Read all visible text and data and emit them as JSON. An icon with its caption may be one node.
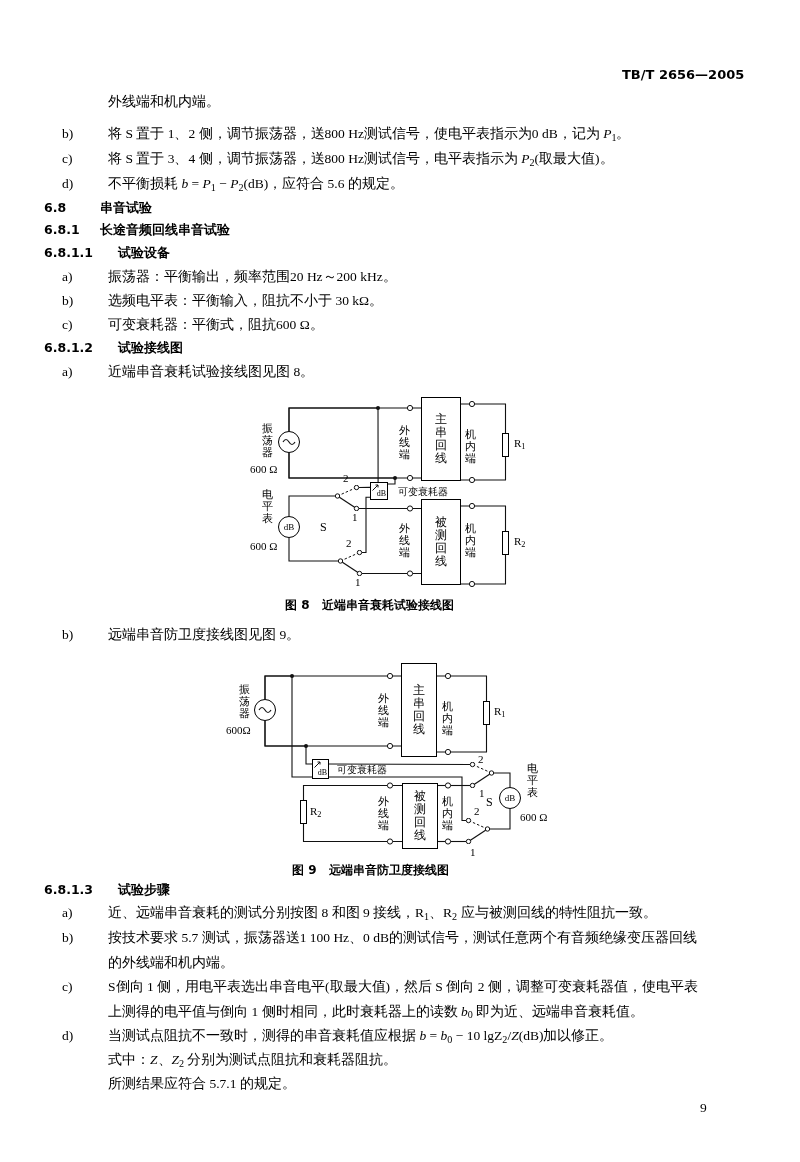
{
  "diagram": {
    "nodes": [
      {
        "text": [],
        "shape": "circle",
        "beside": [
          "振荡器",
          "600 Ω"
        ]
      },
      {
        "text": [
          "主串回线"
        ],
        "beside": [
          "外线端",
          "机内端"
        ]
      },
      {
        "text": [],
        "shape": "box",
        "beside": [
          "R$_{1}$"
        ]
      },
      {
        "text": [
          "dB"
        ]
      },
      {
        "text": [
          "dB"
        ],
        "beside": [
          "电平表",
          "600 Ω"
        ]
      },
      {
        "text": [],
        "shape": "switch",
        "beside": [
          "2",
          "1"
        ]
      },
      {
        "text": [],
        "shape": "switch",
        "beside": [
          "2",
          "1"
        ]
      },
      {
        "text": [
          "被测回线"
        ],
        "beside": [
          "外线端",
          "机内端"
        ]
      },
      {
        "text": [],
        "shape": "box",
        "beside": [
          "R$_{2}$"
        ]
      },
      {
        "text": [],
        "shape": "circle",
        "beside": [
          "振荡器",
          "600Ω"
        ]
      },
      {
        "text": [
          "主串回线"
        ],
        "beside": [
          "外线端",
          "机内端"
        ]
      },
      {
        "text": [],
        "shape": "box",
        "beside": [
          "R$_{1}$"
        ]
      },
      {
        "text": [
          "dB"
        ],
        "beside": [
          "可变衰耗器"
        ]
      },
      {
        "text": [
          "被测回线"
        ],
        "beside": [
          "外线端",
          "机内端"
        ]
      },
      {
        "text": [],
        "shape": "box",
        "beside": [
          "R$_{2}$"
        ]
      },
      {
        "text": [],
        "shape": "switch",
        "beside": [
          "2",
          "1"
        ]
      },
      {
        "text": [],
        "shape": "switch",
        "beside": [
          "2",
          "1"
        ]
      },
      {
        "text": [
          "dB"
        ],
        "beside": [
          "电平表",
          "600 Ω"
        ]
      }
    ],
    "edges": [
      {
        "from": 0,
        "to": 1,
        "arrow": "none"
      },
      {
        "from": 0,
        "to": 1,
        "arrow": "none"
      },
      {
        "from": 0,
        "to": 3,
        "arrow": "none"
      },
      {
        "from": 0,
        "to": 3,
        "arrow": "none"
      },
      {
        "from": 3,
        "to": 5,
        "arrow": "none"
      },
      {
        "from": 3,
        "to": 6,
        "arrow": "none"
      },
      {
        "from": 5,
        "to": 7,
        "arrow": "none"
      },
      {
        "from": 6,
        "to": 7,
        "arrow": "none"
      },
      {
        "from": 4,
        "to": 5,
        "arrow": "none"
      },
      {
        "from": 4,
        "to": 6,
        "arrow": "none"
      },
      {
        "from": 1,
        "to": 2,
        "arrow": "none"
      },
      {
        "from": 1,
        "to": 2,
        "arrow": "none"
      },
      {
        "from": 7,
        "to": 8,
        "arrow": "none"
      },
      {
        "from": 7,
        "to": 8,
        "arrow": "none"
      },
      {
        "from": 9,
        "to": 10,
        "arrow": "none"
      },
      {
        "from": 9,
        "to": 10,
        "arrow": "none"
      },
      {
        "from": 9,
        "to": 12,
        "arrow": "none"
      },
      {
        "from": 9,
        "to": 12,
        "arrow": "none"
      },
      {
        "from": 12,
        "to": 15,
        "arrow": "none"
      },
      {
        "from": 12,
        "to": 16,
        "arrow": "none"
      },
      {
        "from": 13,
        "to": 15,
        "arrow": "none"
      },
      {
        "from": 13,
        "to": 16,
        "arrow": "none"
      },
      {
        "from": 17,
        "to": 15,
        "arrow": "none"
      },
      {
        "from": 17,
        "to": 16,
        "arrow": "none"
      },
      {
        "from": 10,
        "to": 11,
        "arrow": "none"
      },
      {
        "from": 10,
        "to": 11,
        "arrow": "none"
      },
      {
        "from": 13,
        "to": 14,
        "arrow": "none"
      },
      {
        "from": 13,
        "to": 14,
        "arrow": "none"
      }
    ],
    "labels": [
      "TB/T 2656—2005",
      "外线端和机内端。",
      "b)",
      "将 S 置于 1、2 侧，调节振荡器，送800 Hz测试信号，使电平表指示为0 dB，记为 *P*$_{1}$。",
      "c)",
      "将 S 置于 3、4 侧，调节振荡器，送800 Hz测试信号，电平表指示为 *P*$_{2}$(取最大值)。",
      "d)",
      "不平衡损耗 *b* = *P*$_{1}$ − *P*$_{2}$(dB)，应符合 5.6 的规定。",
      "6.8",
      "串音试验",
      "6.8.1",
      "长途音频回线串音试验",
      "6.8.1.1",
      "试验设备",
      "a)",
      "振荡器：平衡输出，频率范围20 Hz～200 kHz。",
      "b)",
      "选频电平表：平衡输入，阻抗不小于 30 kΩ。",
      "c)",
      "可变衰耗器：平衡式，阻抗600 Ω。",
      "6.8.1.2",
      "试验接线图",
      "a)",
      "近端串音衰耗试验接线图见图 8。",
      "可变衰耗器",
      "S",
      "图 8　近端串音衰耗试验接线图",
      "b)",
      "远端串音防卫度接线图见图 9。",
      "S",
      "图 9　远端串音防卫度接线图",
      "6.8.1.3",
      "试验步骤",
      "a)",
      "近、远端串音衰耗的测试分别按图 8 和图 9 接线，R$_{1}$、R$_{2}$ 应与被测回线的特性阻抗一致。",
      "b)",
      "按技术要求 5.7 测试，振荡器送1 100 Hz、0 dB的测试信号，测试任意两个有音频绝缘变压器回线的外线端和机内端。",
      "c)",
      "S倒向 1 侧，用电平表选出串音电平(取最大值)，然后 S 倒向 2 侧，调整可变衰耗器值，使电平表上测得的电平值与倒向 1 侧时相同，此时衰耗器上的读数 *b*$_{0}$ 即为近、远端串音衰耗值。",
      "d)",
      "当测试点阻抗不一致时，测得的串音衰耗值应根据 *b* = *b*$_{0}$ − 10 lgZ$_{2}$/*Z*(dB)加以修正。",
      "式中：*Z*、*Z*$_{2}$ 分别为测试点阻抗和衰耗器阻抗。",
      "所测结果应符合 5.7.1 的规定。",
      "9"
    ]
  }
}
